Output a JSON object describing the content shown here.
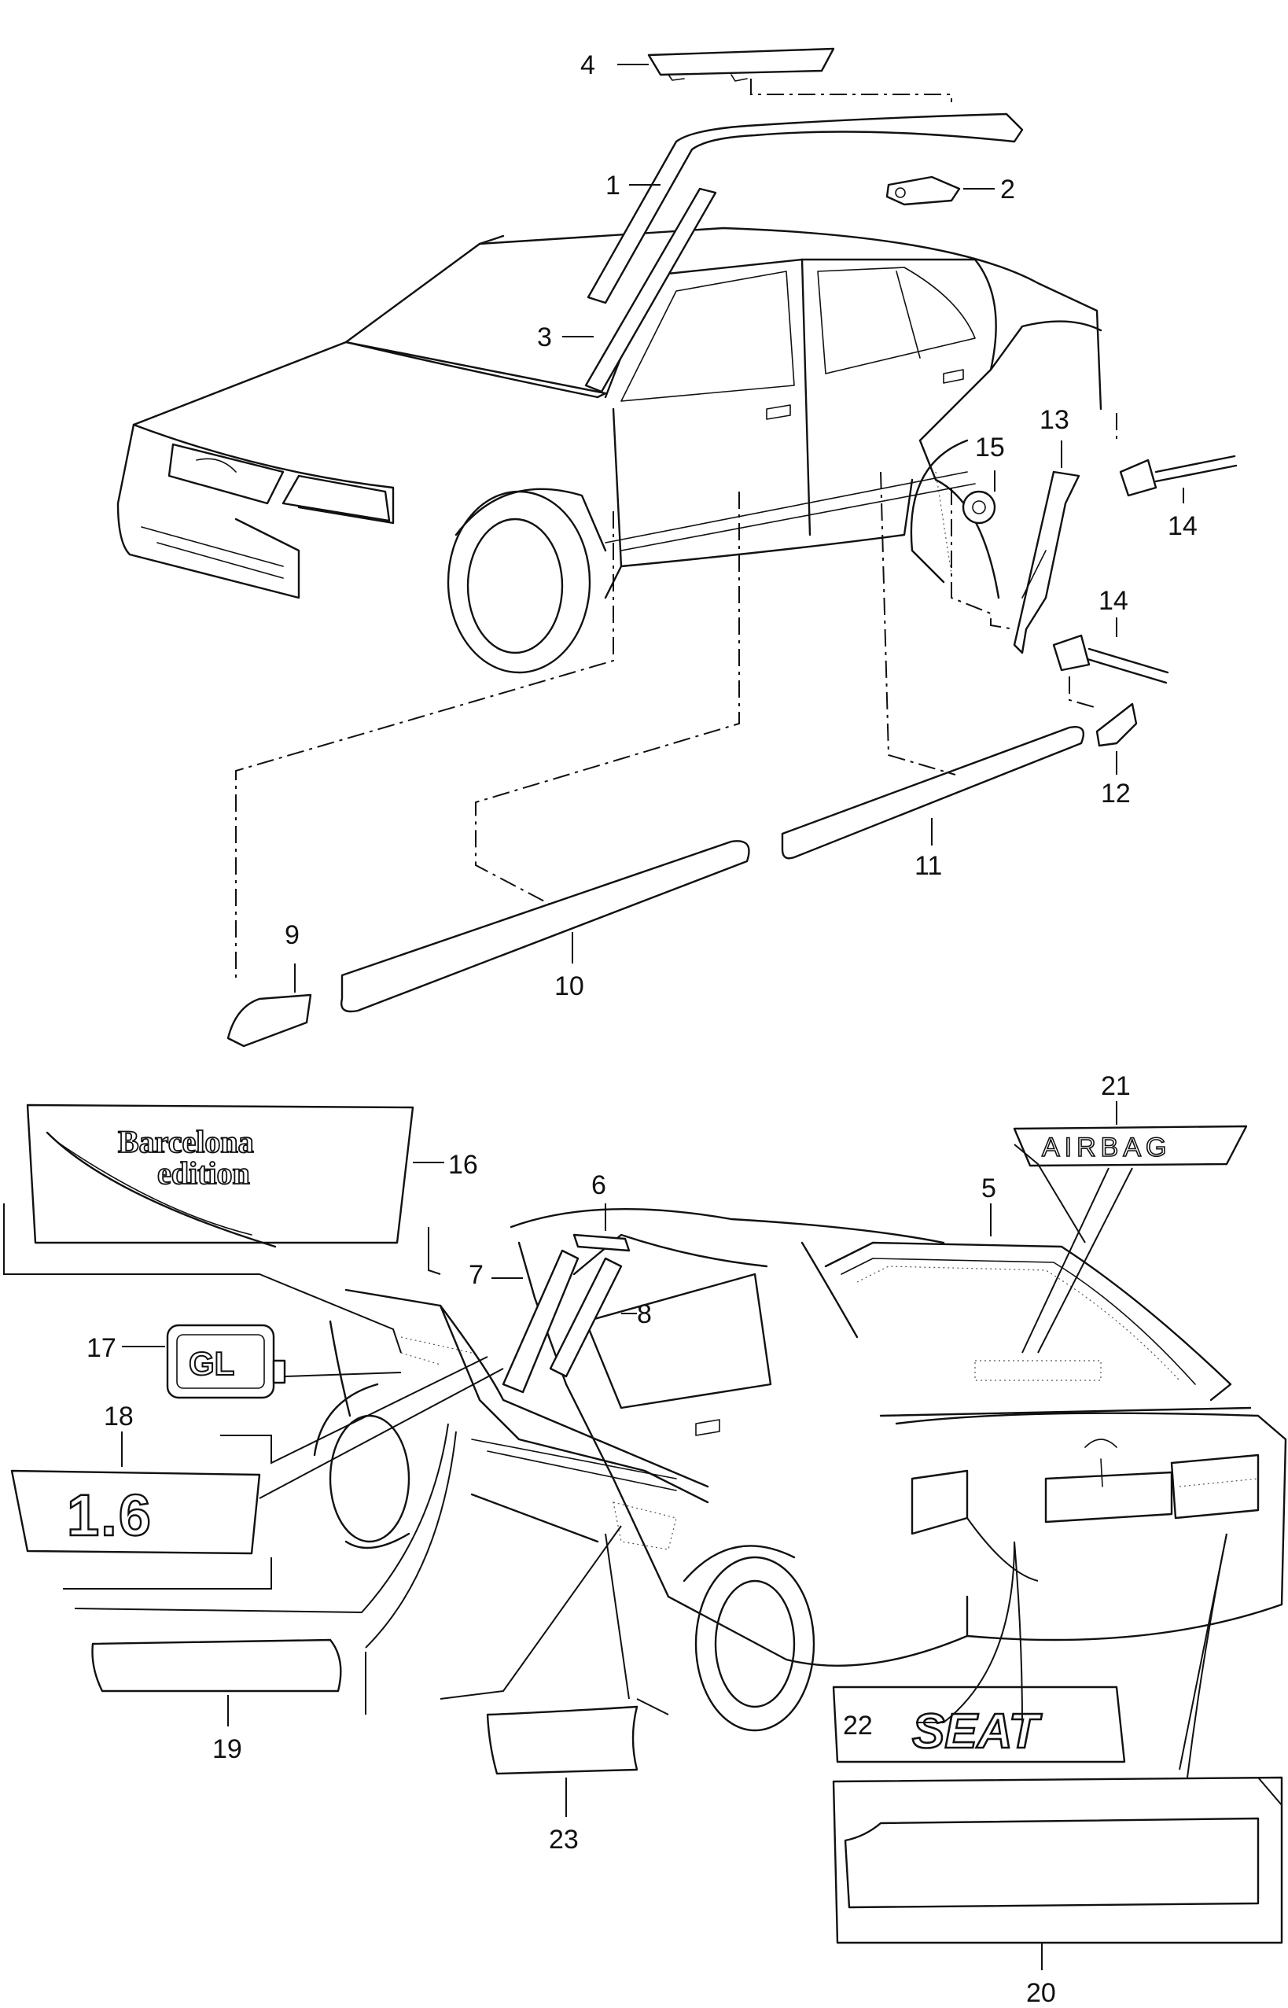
{
  "callouts": {
    "p1": "1",
    "p2": "2",
    "p3": "3",
    "p4": "4",
    "p5": "5",
    "p6": "6",
    "p7": "7",
    "p8": "8",
    "p9": "9",
    "p10": "10",
    "p11": "11",
    "p12": "12",
    "p13": "13",
    "p14a": "14",
    "p14b": "14",
    "p15": "15",
    "p16": "16",
    "p17": "17",
    "p18": "18",
    "p19": "19",
    "p20": "20",
    "p21": "21",
    "p22": "22",
    "p23": "23"
  },
  "emblems": {
    "barcelona_line1": "Barcelona",
    "barcelona_line2": "edition",
    "airbag": "AIRBAG",
    "engine": "1.6",
    "trim": "GL",
    "brand": "SEAT"
  }
}
